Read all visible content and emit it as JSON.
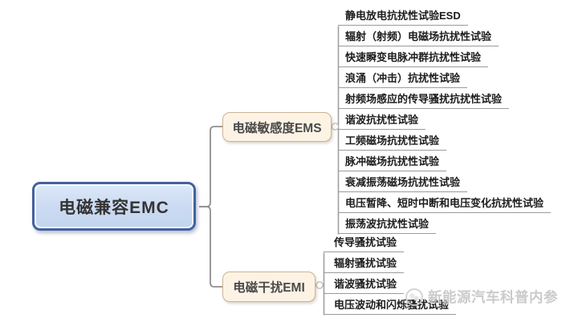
{
  "root": {
    "label": "电磁兼容EMC"
  },
  "branches": [
    {
      "label": "电磁敏感度EMS",
      "children": [
        "静电放电抗扰性试验ESD",
        "辐射（射频）电磁场抗扰性试验",
        "快速瞬变电脉冲群抗扰性试验",
        "浪涌（冲击）抗扰性试验",
        "射频场感应的传导骚扰抗扰性试验",
        "谐波抗扰性试验",
        "工频磁场抗扰性试验",
        "脉冲磁场抗扰性试验",
        "衰减振荡磁场抗扰性试验",
        "电压暂降、短时中断和电压变化抗扰性试验",
        "振荡波抗扰性试验"
      ]
    },
    {
      "label": "电磁干扰EMI",
      "children": [
        "传导骚扰试验",
        "辐射骚扰试验",
        "谐波骚扰试验",
        "电压波动和闪烁骚扰试验"
      ]
    }
  ],
  "watermark": {
    "text": "新能源汽车科普内参"
  },
  "colors": {
    "root_fill": "#cddcf3",
    "root_border": "#44619f",
    "branch_fill": "#fdf3e5",
    "branch_border": "#cdb393",
    "connector_line": "#9b9b9b",
    "leaf_text": "#1c1c1c",
    "watermark_text": "#c2c2c2"
  }
}
